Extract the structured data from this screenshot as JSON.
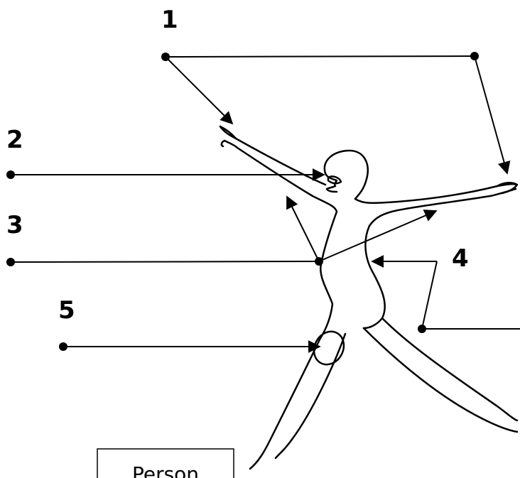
{
  "labels": {
    "one": "1",
    "two": "2",
    "three": "3",
    "four": "4",
    "five": "5"
  },
  "caption": {
    "text": "Person"
  },
  "colors": {
    "ink": "#000000",
    "background": "#ffffff"
  }
}
